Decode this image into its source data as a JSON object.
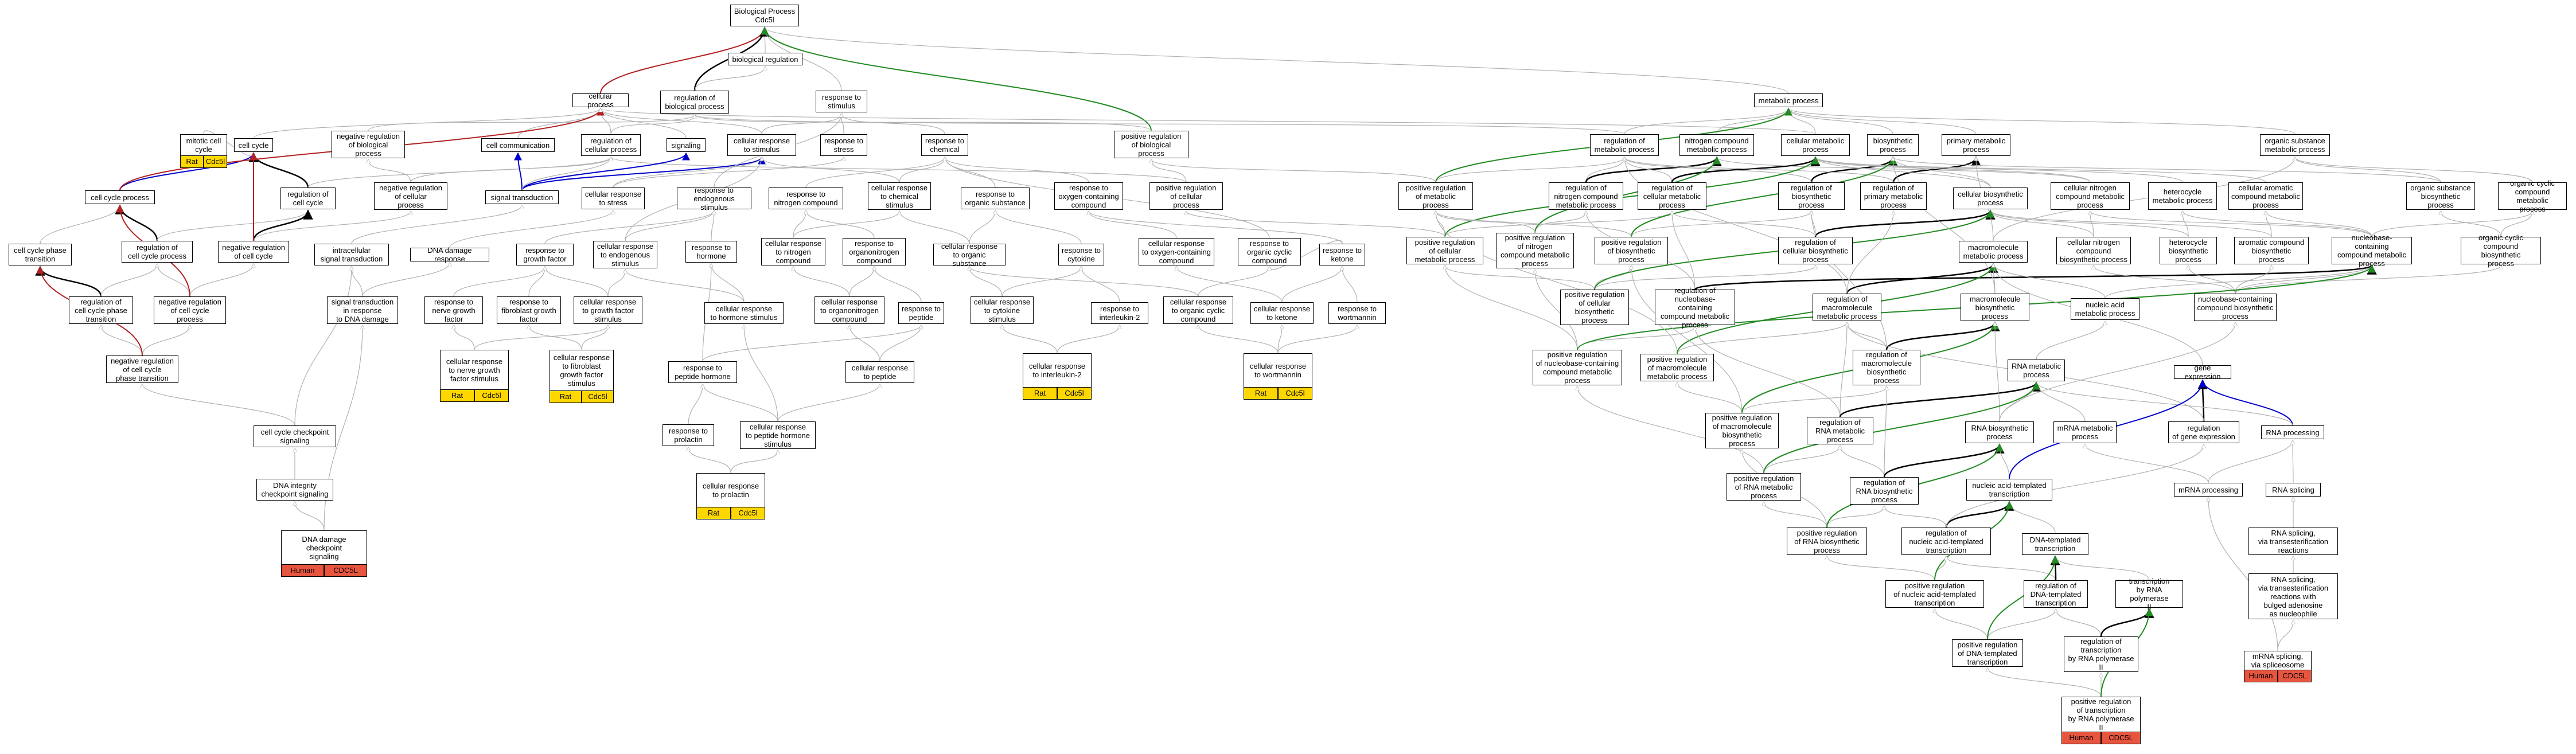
{
  "colors": {
    "edge_default": "#b0b0b0",
    "edge_black": "#000000",
    "edge_red": "#b22222",
    "edge_blue": "#0000cc",
    "edge_green": "#228b22",
    "tag_rat": "#ffd700",
    "tag_human": "#e8553f"
  },
  "nodes": {
    "bp": "Biological Process\nCdc5l",
    "biological_regulation": "biological regulation",
    "cellular_process": "cellular process",
    "reg_biological_process": "regulation of\nbiological process",
    "response_to_stimulus": "response to\nstimulus",
    "metabolic_process": "metabolic process",
    "pos_reg_biological_process": "positive regulation\nof biological\nprocess",
    "neg_reg_biological_process": "negative regulation\nof biological\nprocess",
    "reg_cellular_process": "regulation of\ncellular process",
    "cell_communication": "cell communication",
    "signaling": "signaling",
    "cellular_response_to_stimulus": "cellular response\nto stimulus",
    "response_to_stress": "response to\nstress",
    "response_to_chemical": "response to\nchemical",
    "pos_reg_cellular_process": "positive regulation\nof cellular\nprocess",
    "cell_cycle": "cell cycle",
    "mitotic_cell_cycle": "mitotic cell\ncycle",
    "reg_cell_cycle": "regulation of\ncell cycle",
    "neg_reg_cellular_process": "negative regulation\nof cellular\nprocess",
    "signal_transduction": "signal transduction",
    "cellular_response_to_stress": "cellular response\nto stress",
    "response_to_endogenous_stimulus": "response to\nendogenous stimulus",
    "response_to_nitrogen_compound": "response to\nnitrogen compound",
    "cellular_response_to_chemical_stimulus": "cellular response\nto chemical\nstimulus",
    "response_to_organic_substance": "response to\norganic substance",
    "response_to_oxygen_containing_compound": "response to\noxygen-containing\ncompound",
    "cell_cycle_process": "cell cycle process",
    "reg_cell_cycle_process": "regulation of\ncell cycle process",
    "neg_reg_cell_cycle": "negative regulation\nof cell cycle",
    "intracellular_signal_transduction": "intracellular\nsignal transduction",
    "dna_damage_response": "DNA damage response",
    "response_to_growth_factor": "response to\ngrowth factor",
    "cellular_response_to_endogenous_stimulus": "cellular response\nto endogenous\nstimulus",
    "response_to_hormone": "response to\nhormone",
    "cellular_response_to_nitrogen_compound": "cellular response\nto nitrogen\ncompound",
    "response_to_organonitrogen_compound": "response to\norganonitrogen\ncompound",
    "cellular_response_to_organic_substance": "cellular response\nto organic substance",
    "response_to_cytokine": "response to\ncytokine",
    "cellular_response_to_oxygen_containing_compound": "cellular response\nto oxygen-containing\ncompound",
    "response_to_organic_cyclic_compound": "response to\norganic cyclic\ncompound",
    "response_to_ketone": "response to\nketone",
    "cell_cycle_phase_transition": "cell cycle phase\ntransition",
    "reg_cell_cycle_phase_transition": "regulation of\ncell cycle phase\ntransition",
    "neg_reg_cell_cycle_process": "negative regulation\nof cell cycle\nprocess",
    "signal_transduction_in_response_to_dna_damage": "signal transduction\nin response\nto DNA damage",
    "response_to_nerve_growth_factor": "response to\nnerve growth\nfactor",
    "response_to_fibroblast_growth_factor": "response to\nfibroblast growth\nfactor",
    "cellular_response_to_growth_factor_stimulus": "cellular response\nto growth factor\nstimulus",
    "cellular_response_to_hormone_stimulus": "cellular response\nto hormone stimulus",
    "cellular_response_to_organonitrogen_compound": "cellular response\nto organonitrogen\ncompound",
    "response_to_peptide": "response to\npeptide",
    "cellular_response_to_cytokine_stimulus": "cellular response\nto cytokine\nstimulus",
    "response_to_interleukin_2": "response to\ninterleukin-2",
    "cellular_response_to_organic_cyclic_compound": "cellular response\nto organic cyclic\ncompound",
    "cellular_response_to_ketone": "cellular response\nto ketone",
    "response_to_wortmannin": "response to\nwortmannin",
    "neg_reg_cell_cycle_phase_transition": "negative regulation\nof cell cycle\nphase transition",
    "cellular_response_to_nerve_growth_factor_stimulus": "cellular response\nto nerve growth\nfactor stimulus",
    "cellular_response_to_fibroblast_growth_factor_stimulus": "cellular response\nto fibroblast\ngrowth factor\nstimulus",
    "response_to_peptide_hormone": "response to\npeptide hormone",
    "cellular_response_to_peptide": "cellular response\nto peptide",
    "cellular_response_to_interleukin_2": "cellular response\nto interleukin-2",
    "cellular_response_to_wortmannin": "cellular response\nto wortmannin",
    "cell_cycle_checkpoint_signaling": "cell cycle checkpoint\nsignaling",
    "response_to_prolactin": "response to\nprolactin",
    "cellular_response_to_peptide_hormone_stimulus": "cellular response\nto peptide hormone\nstimulus",
    "dna_integrity_checkpoint_signaling": "DNA integrity\ncheckpoint signaling",
    "cellular_response_to_prolactin": "cellular response\nto prolactin",
    "dna_damage_checkpoint_signaling": "DNA damage checkpoint\nsignaling",
    "reg_metabolic_process": "regulation of\nmetabolic process",
    "nitrogen_compound_metabolic_process": "nitrogen compound\nmetabolic process",
    "cellular_metabolic_process": "cellular metabolic\nprocess",
    "biosynthetic_process": "biosynthetic\nprocess",
    "primary_metabolic_process": "primary metabolic\nprocess",
    "organic_substance_metabolic_process": "organic substance\nmetabolic process",
    "pos_reg_metabolic_process": "positive regulation\nof metabolic\nprocess",
    "reg_nitrogen_compound_metabolic_process": "regulation of\nnitrogen compound\nmetabolic process",
    "reg_cellular_metabolic_process": "regulation of\ncellular metabolic\nprocess",
    "reg_biosynthetic_process": "regulation of\nbiosynthetic\nprocess",
    "reg_primary_metabolic_process": "regulation of\nprimary metabolic\nprocess",
    "cellular_biosynthetic_process": "cellular biosynthetic\nprocess",
    "cellular_nitrogen_compound_metabolic_process": "cellular nitrogen\ncompound metabolic\nprocess",
    "heterocycle_metabolic_process": "heterocycle\nmetabolic process",
    "cellular_aromatic_compound_metabolic_process": "cellular aromatic\ncompound metabolic\nprocess",
    "organic_substance_biosynthetic_process": "organic substance\nbiosynthetic\nprocess",
    "organic_cyclic_compound_metabolic_process": "organic cyclic\ncompound metabolic\nprocess",
    "pos_reg_cellular_metabolic_process": "positive regulation\nof cellular\nmetabolic process",
    "pos_reg_nitrogen_compound_metabolic_process": "positive regulation\nof nitrogen\ncompound metabolic\nprocess",
    "pos_reg_biosynthetic_process": "positive regulation\nof biosynthetic\nprocess",
    "reg_cellular_biosynthetic_process": "regulation of\ncellular biosynthetic\nprocess",
    "macromolecule_metabolic_process": "macromolecule\nmetabolic process",
    "cellular_nitrogen_compound_biosynthetic_process": "cellular nitrogen\ncompound\nbiosynthetic process",
    "heterocycle_biosynthetic_process": "heterocycle\nbiosynthetic\nprocess",
    "aromatic_compound_biosynthetic_process": "aromatic compound\nbiosynthetic\nprocess",
    "nucleobase_containing_compound_metabolic_process": "nucleobase-containing\ncompound metabolic\nprocess",
    "organic_cyclic_compound_biosynthetic_process": "organic cyclic\ncompound biosynthetic\nprocess",
    "pos_reg_cellular_biosynthetic_process": "positive regulation\nof cellular\nbiosynthetic\nprocess",
    "reg_nucleobase_containing_compound_metabolic_process": "regulation of\nnucleobase-containing\ncompound metabolic\nprocess",
    "reg_macromolecule_metabolic_process": "regulation of\nmacromolecule\nmetabolic process",
    "macromolecule_biosynthetic_process": "macromolecule\nbiosynthetic\nprocess",
    "nucleic_acid_metabolic_process": "nucleic acid\nmetabolic process",
    "nucleobase_containing_compound_biosynthetic_process": "nucleobase-containing\ncompound biosynthetic\nprocess",
    "pos_reg_nucleobase_containing_compound_metabolic_process": "positive regulation\nof nucleobase-containing\ncompound metabolic\nprocess",
    "pos_reg_macromolecule_metabolic_process": "positive regulation\nof macromolecule\nmetabolic process",
    "reg_macromolecule_biosynthetic_process": "regulation of\nmacromolecule\nbiosynthetic\nprocess",
    "rna_metabolic_process": "RNA metabolic\nprocess",
    "gene_expression": "gene expression",
    "pos_reg_macromolecule_biosynthetic_process": "positive regulation\nof macromolecule\nbiosynthetic\nprocess",
    "reg_rna_metabolic_process": "regulation of\nRNA metabolic\nprocess",
    "rna_biosynthetic_process": "RNA biosynthetic\nprocess",
    "mrna_metabolic_process": "mRNA metabolic\nprocess",
    "reg_gene_expression": "regulation\nof gene expression",
    "rna_processing": "RNA processing",
    "pos_reg_rna_metabolic_process": "positive regulation\nof RNA metabolic\nprocess",
    "reg_rna_biosynthetic_process": "regulation of\nRNA biosynthetic\nprocess",
    "nucleic_acid_templated_transcription": "nucleic acid-templated\ntranscription",
    "mrna_processing": "mRNA processing",
    "rna_splicing": "RNA splicing",
    "pos_reg_rna_biosynthetic_process": "positive regulation\nof RNA biosynthetic\nprocess",
    "reg_nucleic_acid_templated_transcription": "regulation of\nnucleic acid-templated\ntranscription",
    "dna_templated_transcription": "DNA-templated\ntranscription",
    "rna_splicing_transesterification": "RNA splicing,\nvia transesterification\nreactions",
    "pos_reg_nucleic_acid_templated_transcription": "positive regulation\nof nucleic acid-templated\ntranscription",
    "reg_dna_templated_transcription": "regulation of\nDNA-templated\ntranscription",
    "transcription_by_rna_polymerase_ii": "transcription\nby RNA polymerase\nII",
    "rna_splicing_bulged_adenosine": "RNA splicing,\nvia transesterification\nreactions with\nbulged adenosine\nas nucleophile",
    "pos_reg_dna_templated_transcription": "positive regulation\nof DNA-templated\ntranscription",
    "reg_transcription_by_rna_polymerase_ii": "regulation of\ntranscription\nby RNA polymerase\nII",
    "mrna_splicing_via_spliceosome": "mRNA splicing,\nvia spliceosome",
    "pos_reg_transcription_by_rna_polymerase_ii": "positive regulation\nof transcription\nby RNA polymerase\nII"
  },
  "tags": {
    "mitotic_cell_cycle": [
      "Rat",
      "Cdc5l"
    ],
    "cellular_response_to_nerve_growth_factor_stimulus": [
      "Rat",
      "Cdc5l"
    ],
    "cellular_response_to_fibroblast_growth_factor_stimulus": [
      "Rat",
      "Cdc5l"
    ],
    "cellular_response_to_interleukin_2": [
      "Rat",
      "Cdc5l"
    ],
    "cellular_response_to_wortmannin": [
      "Rat",
      "Cdc5l"
    ],
    "cellular_response_to_prolactin": [
      "Rat",
      "Cdc5l"
    ],
    "dna_damage_checkpoint_signaling": [
      "Human",
      "CDC5L"
    ],
    "mrna_splicing_via_spliceosome": [
      "Human",
      "CDC5L"
    ],
    "pos_reg_transcription_by_rna_polymerase_ii": [
      "Human",
      "CDC5L"
    ]
  }
}
